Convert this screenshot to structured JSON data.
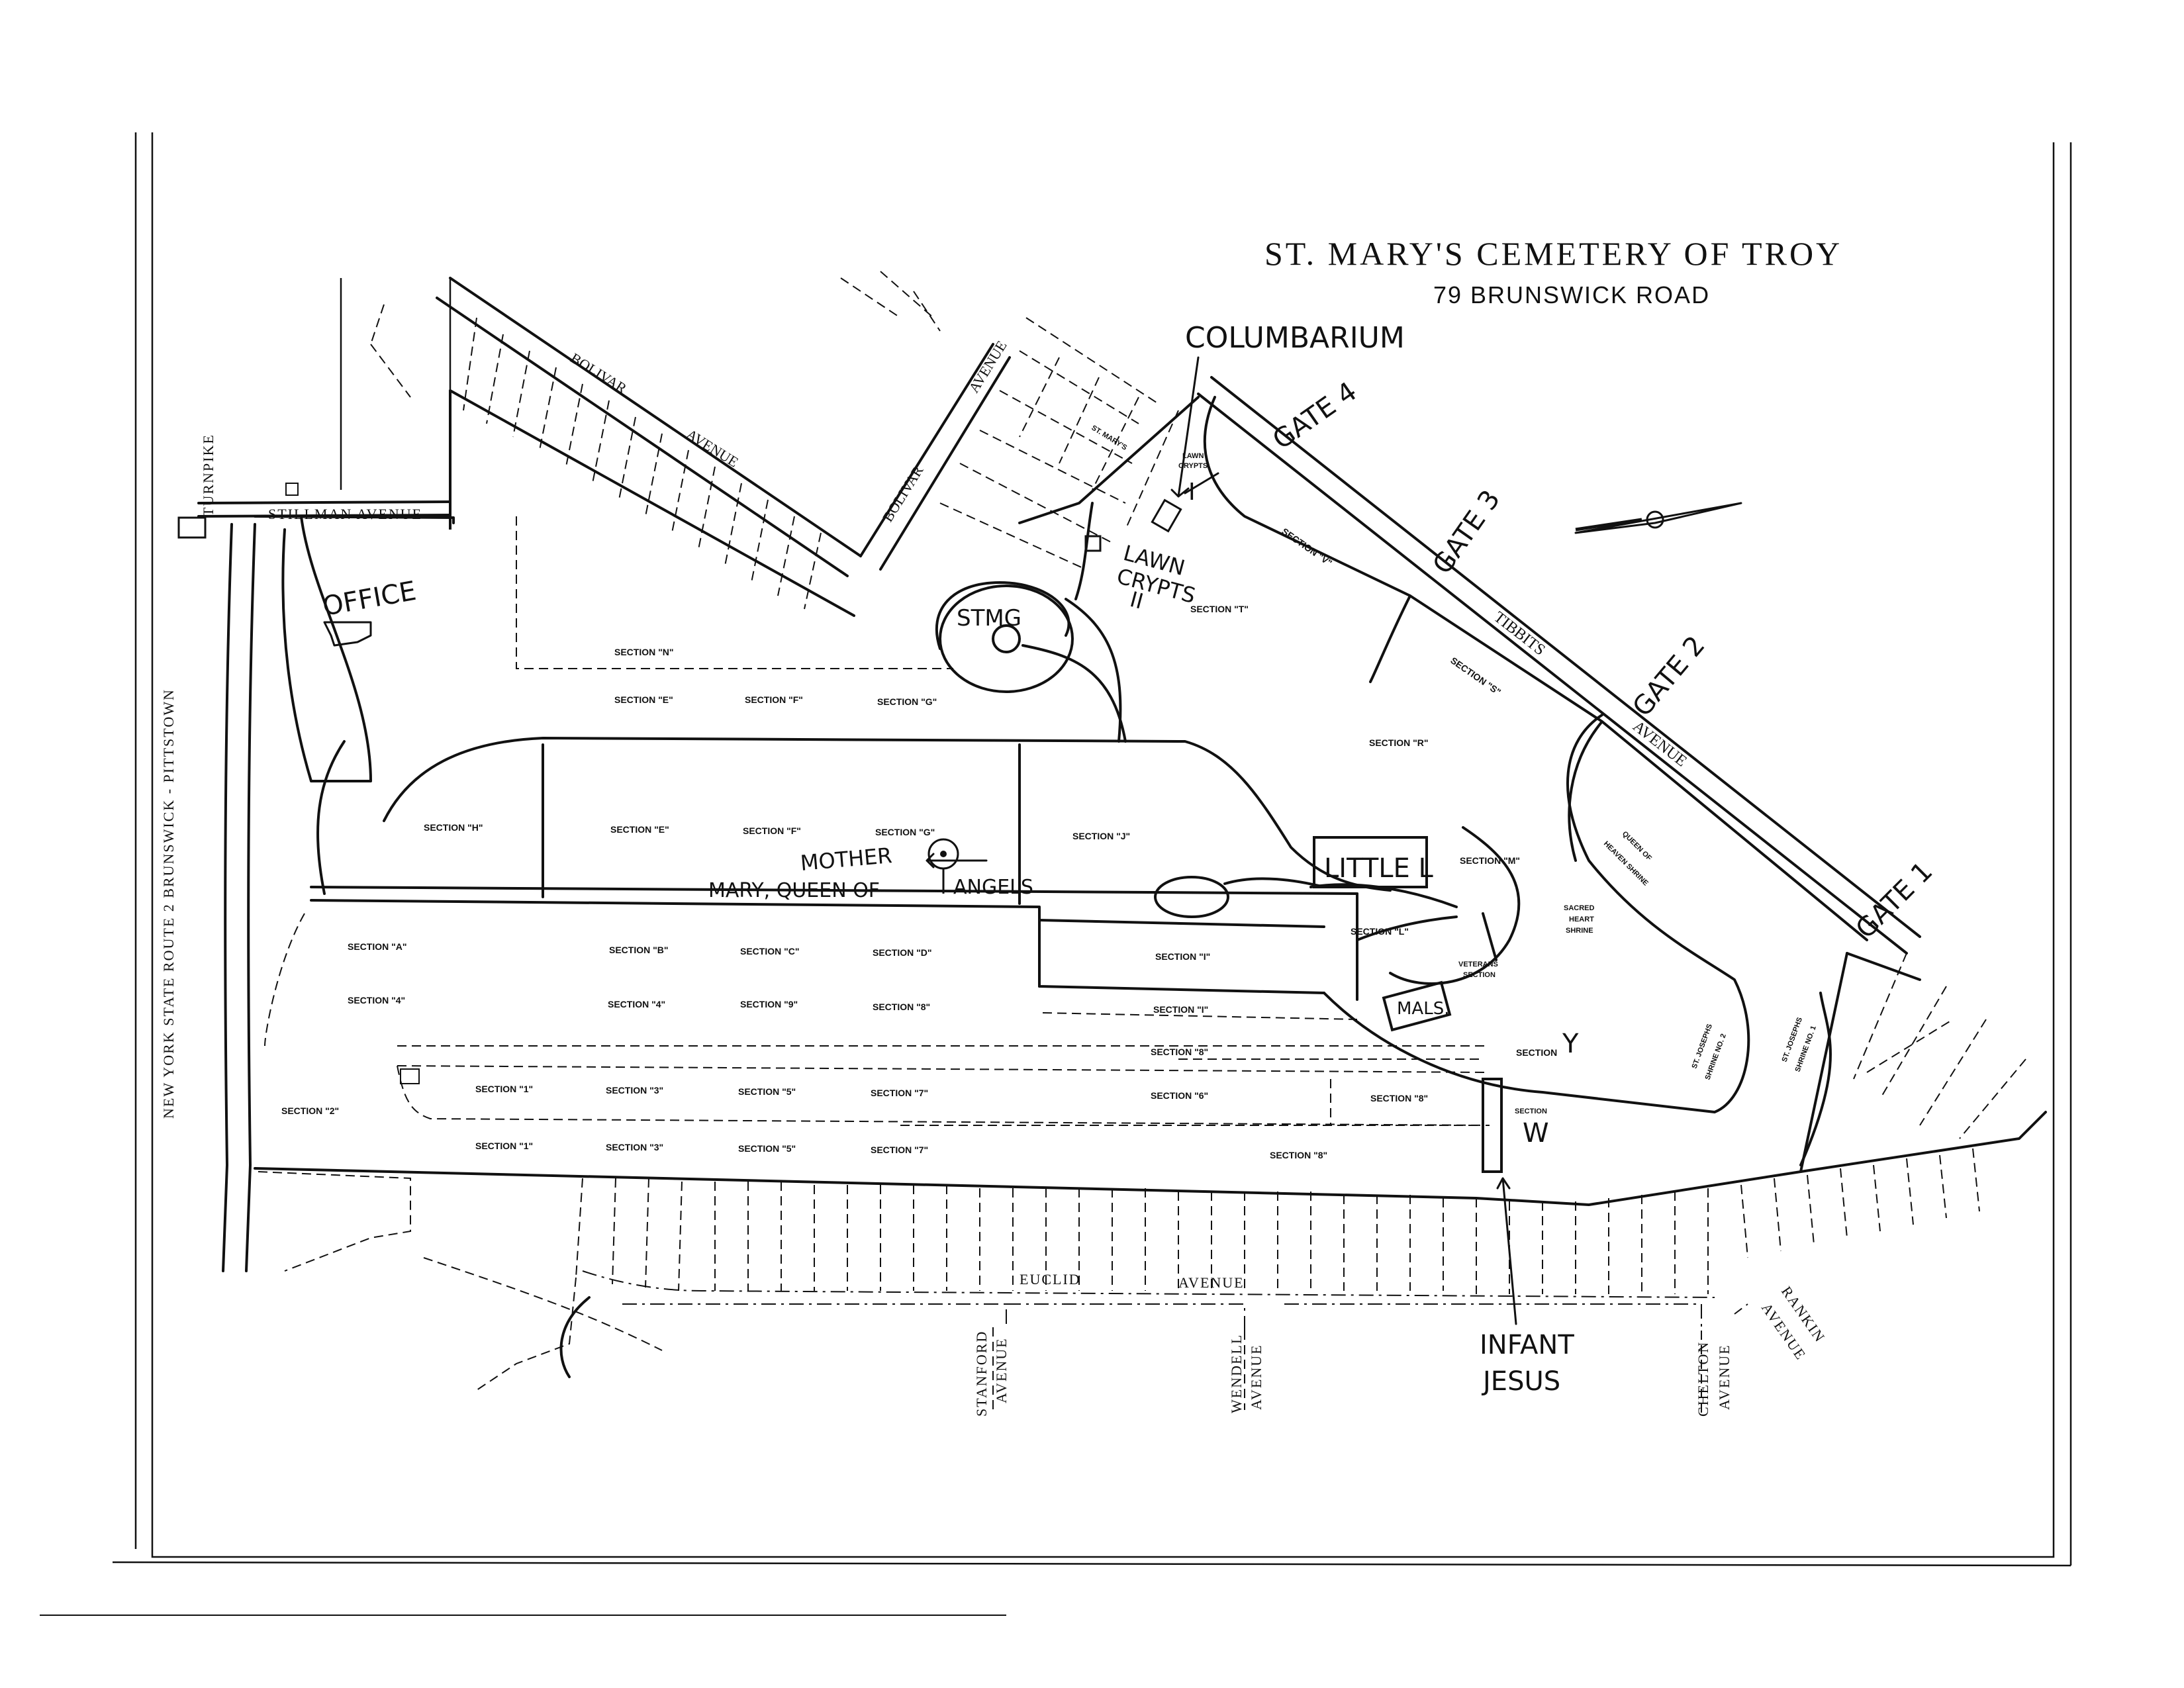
{
  "title": "ST. MARY'S CEMETERY OF TROY",
  "address": "79 BRUNSWICK ROAD",
  "streets": {
    "bolivar_1": "BOLIVAR",
    "bolivar_2": "AVENUE",
    "bolivar_3": "BOLIVAR",
    "bolivar_4": "AVENUE",
    "stillman": "STILLMAN AVENUE",
    "turnpike": "TURNPIKE",
    "route": "NEW YORK STATE ROUTE 2 BRUNSWICK - PITTSTOWN",
    "tibbits_1": "TIBBITS",
    "tibbits_2": "AVENUE",
    "euclid_1": "EUCLID",
    "euclid_2": "AVENUE",
    "stanford_1": "STANFORD",
    "stanford_2": "AVENUE",
    "wendell_1": "WENDELL",
    "wendell_2": "AVENUE",
    "chelton_1": "CHELTON",
    "chelton_2": "AVENUE",
    "rankin_1": "RANKIN",
    "rankin_2": "AVENUE"
  },
  "handwritten": {
    "columbarium": "COLUMBARIUM",
    "gate4": "GATE 4",
    "gate3": "GATE 3",
    "gate2": "GATE 2",
    "gate1": "GATE 1",
    "office": "OFFICE",
    "lawn_crypts_ii_1": "LAWN",
    "lawn_crypts_ii_2": "CRYPTS",
    "lawn_crypts_ii_3": "II",
    "lawn_crypts_i_roman": "I",
    "stmg": "STMG",
    "mother_1": "MOTHER",
    "mother_2": "MARY, QUEEN OF",
    "mother_3": "ANGELS",
    "little_l": "LITTLE L",
    "mals": "MALS.",
    "y": "Y",
    "w": "W",
    "infant_1": "INFANT",
    "infant_2": "JESUS"
  },
  "sections": {
    "n": "SECTION \"N\"",
    "e_top": "SECTION \"E\"",
    "f_top": "SECTION \"F\"",
    "g_top": "SECTION \"G\"",
    "h": "SECTION \"H\"",
    "e_mid": "SECTION \"E\"",
    "f_mid": "SECTION \"F\"",
    "g_mid": "SECTION \"G\"",
    "j": "SECTION \"J\"",
    "a": "SECTION \"A\"",
    "four_left": "SECTION \"4\"",
    "b": "SECTION \"B\"",
    "c": "SECTION \"C\"",
    "d": "SECTION \"D\"",
    "four_mid": "SECTION \"4\"",
    "nine": "SECTION \"9\"",
    "eight_a": "SECTION \"8\"",
    "i_1": "SECTION \"I\"",
    "i_2": "SECTION \"I\"",
    "eight_b": "SECTION \"8\"",
    "two": "SECTION \"2\"",
    "one_a": "SECTION \"1\"",
    "three_a": "SECTION \"3\"",
    "five_a": "SECTION \"5\"",
    "seven_a": "SECTION \"7\"",
    "six": "SECTION \"6\"",
    "eight_c": "SECTION \"8\"",
    "one_b": "SECTION \"1\"",
    "three_b": "SECTION \"3\"",
    "five_b": "SECTION \"5\"",
    "seven_b": "SECTION \"7\"",
    "eight_d": "SECTION \"8\"",
    "t": "SECTION \"T\"",
    "v": "SECTION \"V\"",
    "s": "SECTION \"S\"",
    "r": "SECTION \"R\"",
    "m": "SECTION \"M\"",
    "l": "SECTION \"L\"",
    "y": "SECTION",
    "w": "SECTION"
  },
  "features": {
    "lawn_crypts_1": "LAWN",
    "lawn_crypts_2": "CRYPTS",
    "queen_1": "QUEEN OF",
    "queen_2": "HEAVEN SHRINE",
    "sacred_1": "SACRED",
    "sacred_2": "HEART",
    "sacred_3": "SHRINE",
    "veterans_1": "VETERANS",
    "veterans_2": "SECTION",
    "joseph2_1": "ST. JOSEPHS",
    "joseph2_2": "SHRINE NO. 2",
    "joseph1_1": "ST. JOSEPHS",
    "joseph1_2": "SHRINE NO. 1"
  }
}
